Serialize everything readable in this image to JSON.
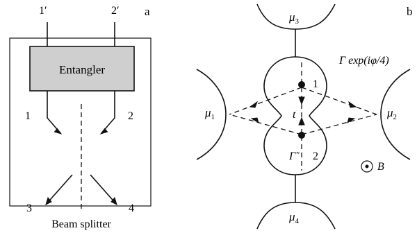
{
  "panel_a": {
    "label": "a",
    "port_top_left": "1′",
    "port_top_right": "2′",
    "box_label": "Entangler",
    "in_left": "1",
    "in_right": "2",
    "out_left": "3",
    "out_right": "4",
    "caption": "Beam splitter"
  },
  "panel_b": {
    "label": "b",
    "mu3": "μ",
    "mu3_sub": "3",
    "mu1": "μ",
    "mu1_sub": "1",
    "mu2": "μ",
    "mu2_sub": "2",
    "mu4": "μ",
    "mu4_sub": "4",
    "dot_top_label": "1",
    "dot_bottom_label": "2",
    "tunnel_label": "t",
    "gamma_tilde": "Γ̃",
    "gamma_expr": "Γ exp(iφ/4)",
    "field_label": "B"
  }
}
